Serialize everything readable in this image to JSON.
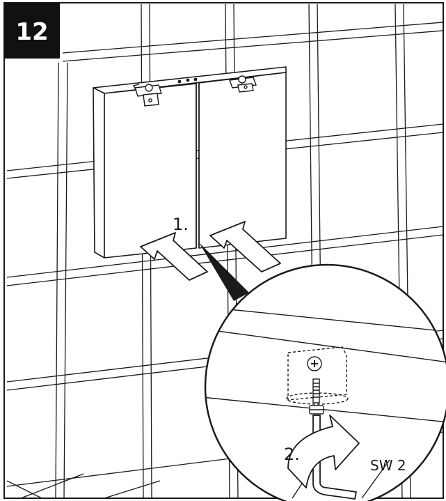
{
  "step_number": "12",
  "labels": {
    "step1": "1.",
    "step2": "2.",
    "tool": "SW 2"
  },
  "colors": {
    "line": "#1a1a1a",
    "badge": "#111111",
    "badge_text": "#ffffff",
    "fill": "#ffffff"
  },
  "icons": [
    "wall-tile-grid",
    "cabinet",
    "hanger-bracket-icon",
    "push-arrow-icon",
    "hex-key-icon",
    "rotate-arrow-icon",
    "adjustment-screw-icon"
  ]
}
